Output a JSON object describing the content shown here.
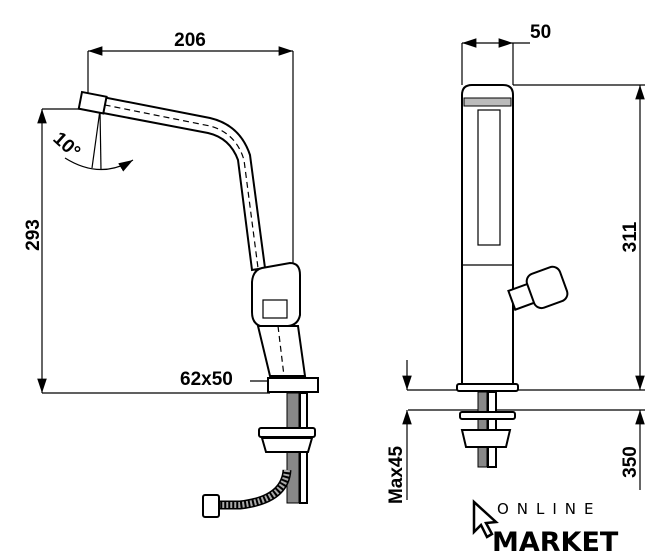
{
  "drawing": {
    "side_view": {
      "width_dim": "206",
      "angle_dim": "10°",
      "height_dim": "293",
      "base_dim": "62x50"
    },
    "front_view": {
      "width_dim": "50",
      "height_dim": "311",
      "max_thickness_dim": "Max45",
      "hose_dim": "350"
    }
  },
  "logo": {
    "line1": "ONLINE",
    "line2": "MARKET"
  }
}
